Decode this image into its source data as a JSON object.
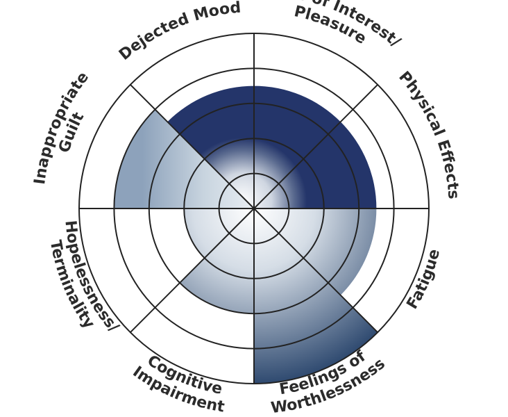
{
  "chart_data": {
    "type": "polar-area",
    "categories": [
      [
        "Loss of Interest/",
        "Pleasure"
      ],
      [
        "Physical Effects"
      ],
      [
        "Fatigue"
      ],
      [
        "Feelings of",
        "Worthlessness"
      ],
      [
        "Cognitive",
        "Impairment"
      ],
      [
        "Hopelessness/",
        "Terminality"
      ],
      [
        "Inappropriate",
        "Guilt"
      ],
      [
        "Dejected Mood"
      ]
    ],
    "values": [
      3.5,
      3.5,
      3.5,
      5,
      3,
      2,
      4,
      3.5
    ],
    "rings": 5,
    "rlim": [
      0,
      5
    ],
    "grid": true,
    "colors": {
      "fill_dark": "#2a3d6e",
      "fill_mid": "#5b6f93",
      "fill_light": "#f2f4f8",
      "wedge_light": "#c6d2de",
      "wedge_dark": "#8ea3bb",
      "grid": "#222222",
      "label": "#2b2b2b"
    }
  }
}
